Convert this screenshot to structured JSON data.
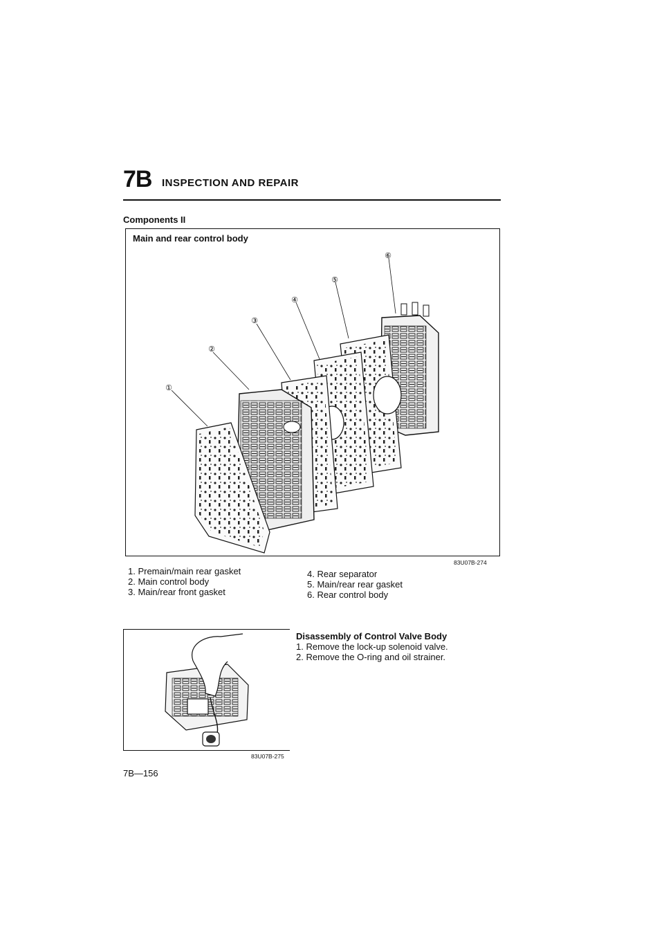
{
  "header": {
    "section_number": "7B",
    "section_title": "INSPECTION AND REPAIR"
  },
  "components_title": "Components II",
  "figure1": {
    "title": "Main and rear control body",
    "callouts": [
      "①",
      "②",
      "③",
      "④",
      "⑤",
      "⑥"
    ],
    "code": "83U07B-274"
  },
  "legend": {
    "left": [
      "1. Premain/main rear gasket",
      "2. Main control body",
      "3. Main/rear front gasket"
    ],
    "right": [
      "4. Rear separator",
      "5. Main/rear rear gasket",
      "6. Rear control body"
    ]
  },
  "figure2": {
    "code": "83U07B-275"
  },
  "instructions": {
    "title": "Disassembly of Control Valve Body",
    "steps": [
      "1. Remove the lock-up solenoid valve.",
      "2. Remove the O-ring and oil strainer."
    ]
  },
  "page_number": "7B—156"
}
